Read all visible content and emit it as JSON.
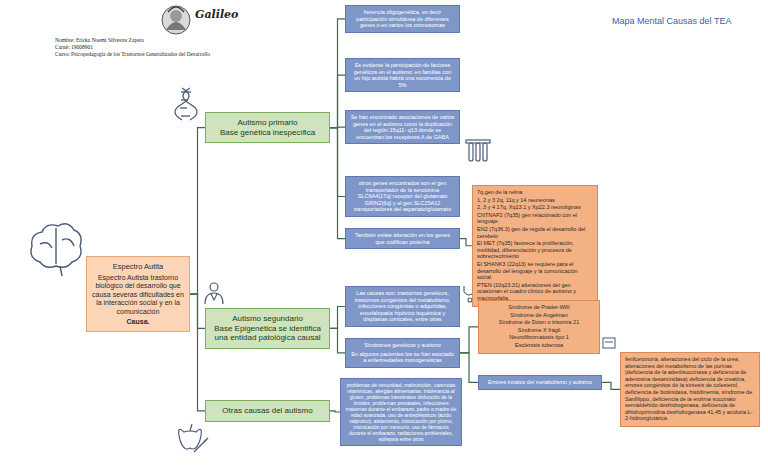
{
  "diagram": {
    "title": "Mapa Mental Causas del TEA",
    "nodes": [
      {
        "text": [
          "Espectro Autita",
          "Espectro Autista trastorno biológico del desarrollo que causa severas dificultades en la interacción social y en la comunicación",
          "Causa."
        ]
      },
      {
        "text": [
          "Autismo primario",
          "Base genética inespecífica"
        ]
      },
      {
        "text": [
          "herencia oligogenética, es decir participación simultánea de diferentes genes o en varios los cromosomas"
        ]
      },
      {
        "text": [
          "Es evidente la participación de factores genéticos en el autismo: en familias con un hijo autista habrá una recurrencia de 5%"
        ]
      },
      {
        "text": [
          "Se han encontrado asociaciones de varios genes en el autismo como la duplicación del región 15q11- q13 donde se encuentran los receptores A de GABA"
        ]
      },
      {
        "text": [
          "otros genes encontrados son el gen transportador de la serotonina SLC6A4(17q) receptor del glutamato GRIN2(6q) y el gen SLC25A12 transportadores del aspartato/glutamato"
        ]
      },
      {
        "text": [
          "También existe alteración en los genes que codifican proteína"
        ]
      },
      {
        "text": [
          "7q,gen de la relina",
          "1, 2 y 3 2q, 11q y 14 neurexinas",
          "2, 3 y 4 17q, Xq13.1 y Xp22.3 neuroliginas",
          "CNTNAP2 (7q35) gen relacionado con el lenguaje",
          "EN2 (7q36.3) gen de regula el desarrollo del cerebelo",
          "El MET (7q35) favorece la proliferación, motilidad, diferenciación y procesos de sobrecrecimiento",
          "El SHANK3 (22q13) se requiere para el desarrollo del lenguaje y la comunicación social",
          "PTEN (10q23.31) alteraciones del gen ocasionan el cuadro clínico de autismo y macrocefalia."
        ]
      },
      {
        "text": [
          "Autismo segundario",
          "Base Epigenética se identifica una entidad patológica causal"
        ]
      },
      {
        "text": [
          "Las causas son: trastornos genéticos, trastornos congénitos del metabolismo, infecciones congénitas o adquiridas, encefalopatía hipóxico isquémica y displasias corticales, entre otras"
        ]
      },
      {
        "text": [
          "Síndromes genéticos y autismo",
          "En algunos pacientes los se han asociado a enfermedades monogenéticas"
        ]
      },
      {
        "text": [
          "Síndrome de Prader-Willi",
          "Síndrome de Angelman",
          "Síndrome de Down o trisomía 21",
          "Síndrome X frágil",
          "Neurofibromatosis tipo 1",
          "Esclerosis tuberosa"
        ]
      },
      {
        "text": [
          "Errores innatos del metabolismo y autismo"
        ]
      },
      {
        "text": [
          "fenilcetonuria, alteraciones del ciclo de la urea, alteraciones del metabolismo de las purinas (deficiencia de la adenilsuccinasa y deficiencia de adenosina desaminidasa) deficiencia de creatina, errores congénitos de la síntesis de colesterol, deficiencia de biotinidasa, histidinemia, síndrome de Sanfilippo, deficiencia de la enzima succinato semialdehído deshidrogenasa, deficiencia de dihidropirimidina deshidrogenasa 41,45 y aciduria L-2-hidroxiglutárica."
        ]
      },
      {
        "text": [
          "Otras causas del autismo"
        ]
      },
      {
        "text": [
          "problemas de inmunidad, malnutrición, carencias vitamínicas, alergias alimentarias, intolerancia al gluten, problemas intestinales disfunción de la tiroides, problemas prenatales, infecciones maternas durante el embarazo, padre o madre de edad avanzada, uso de antiepilépticos (ácido valproico), aislamiento, intoxicación por plomo, intoxicación por mercurio, uso de fármacos durante el embarazo, radiaciones ambientales, epilepsia entre otros"
        ]
      }
    ],
    "edges": [
      {
        "from": 0,
        "to": 1,
        "arrow": "none"
      },
      {
        "from": 0,
        "to": 8,
        "arrow": "none"
      },
      {
        "from": 0,
        "to": 14,
        "arrow": "none"
      },
      {
        "from": 1,
        "to": 2,
        "arrow": "none"
      },
      {
        "from": 1,
        "to": 3,
        "arrow": "none"
      },
      {
        "from": 1,
        "to": 4,
        "arrow": "none"
      },
      {
        "from": 1,
        "to": 5,
        "arrow": "none"
      },
      {
        "from": 1,
        "to": 6,
        "arrow": "none"
      },
      {
        "from": 6,
        "to": 7,
        "arrow": "none"
      },
      {
        "from": 8,
        "to": 9,
        "arrow": "none"
      },
      {
        "from": 8,
        "to": 10,
        "arrow": "none"
      },
      {
        "from": 10,
        "to": 11,
        "arrow": "none"
      },
      {
        "from": 10,
        "to": 12,
        "arrow": "none"
      },
      {
        "from": 12,
        "to": 13,
        "arrow": "none"
      },
      {
        "from": 14,
        "to": 15,
        "arrow": "none"
      }
    ],
    "labels": [
      "Nombre: Ericka Noemí Silvestre Zapeta",
      "Carné: 19008901",
      "Curso: Psicopedagogía de los Trastornos Generalizados del Desarrollo",
      "Galileo"
    ]
  }
}
